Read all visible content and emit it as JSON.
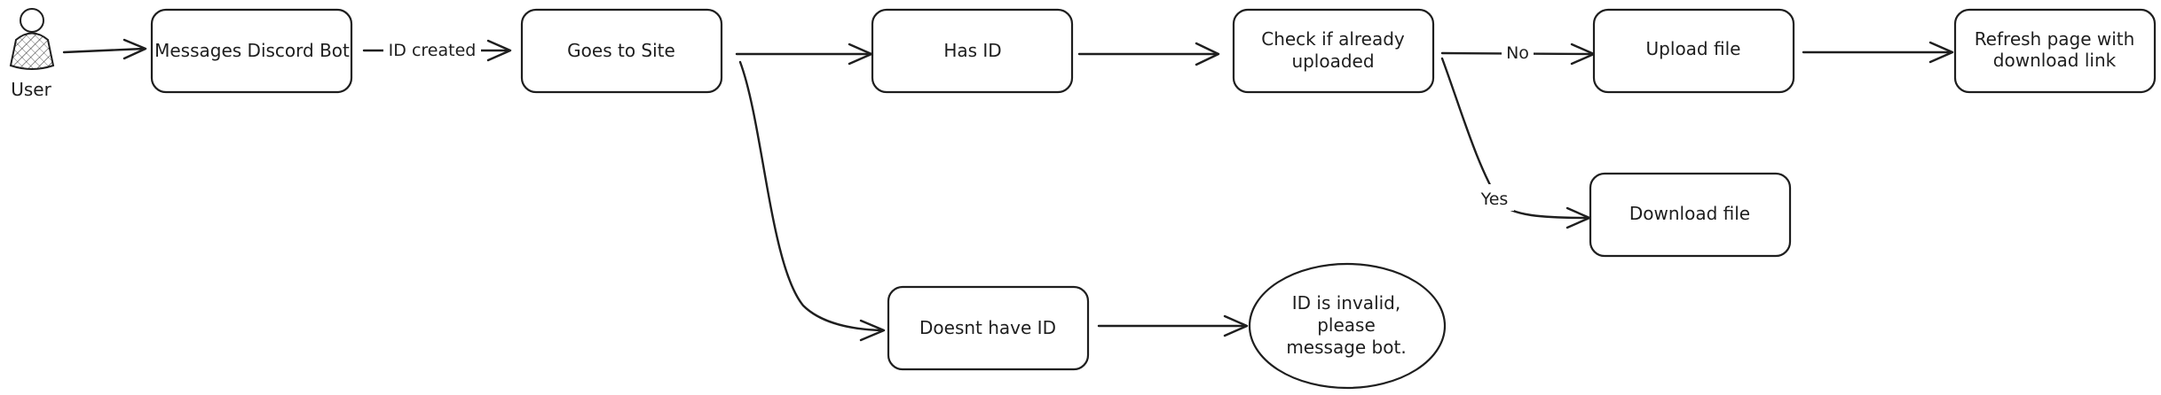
{
  "actor": {
    "label": "User"
  },
  "nodes": {
    "messages_discord_bot": [
      "Messages Discord Bot"
    ],
    "goes_to_site": [
      "Goes to Site"
    ],
    "has_id": [
      "Has ID"
    ],
    "check_uploaded": [
      "Check if already",
      "uploaded"
    ],
    "upload_file": [
      "Upload file"
    ],
    "refresh_page": [
      "Refresh page with",
      "download link"
    ],
    "download_file": [
      "Download file"
    ],
    "doesnt_have_id": [
      "Doesnt have ID"
    ],
    "id_invalid": [
      "ID is invalid,",
      "please",
      "message bot."
    ]
  },
  "edge_labels": {
    "id_created": "ID created",
    "no": "No",
    "yes": "Yes"
  }
}
